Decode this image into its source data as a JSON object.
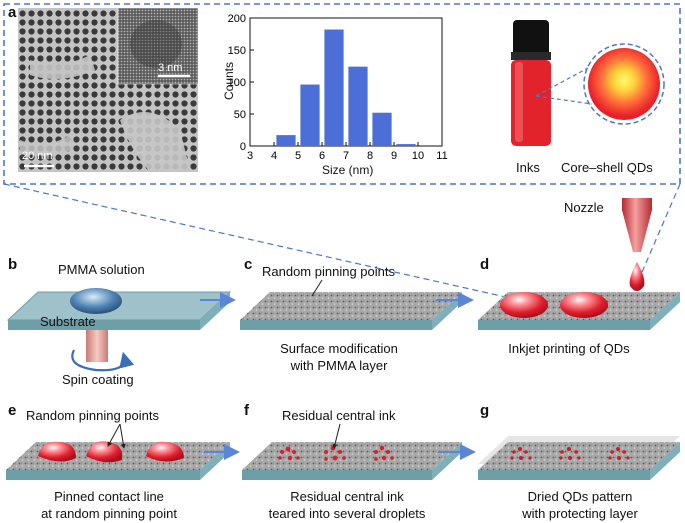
{
  "panels": {
    "a": {
      "label": "a",
      "tem": {
        "scale_main": "20 nm",
        "scale_inset": "3 nm"
      },
      "inks_label": "Inks",
      "qds_label": "Core–shell QDs"
    },
    "b": {
      "label": "b",
      "solution": "PMMA solution",
      "substrate": "Substrate",
      "caption": "Spin coating"
    },
    "c": {
      "label": "c",
      "annotation": "Random pinning points",
      "caption_line1": "Surface modification",
      "caption_line2": "with PMMA layer"
    },
    "d": {
      "label": "d",
      "nozzle": "Nozzle",
      "caption": "Inkjet printing of QDs"
    },
    "e": {
      "label": "e",
      "annotation": "Random pinning points",
      "caption_line1": "Pinned contact line",
      "caption_line2": "at random pinning point"
    },
    "f": {
      "label": "f",
      "annotation": "Residual central ink",
      "caption_line1": "Residual central ink",
      "caption_line2": "teared into several droplets"
    },
    "g": {
      "label": "g",
      "caption_line1": "Dried QDs pattern",
      "caption_line2": "with protecting layer"
    }
  },
  "colors": {
    "bar": "#4b6fd6",
    "arrow": "#5b86d8",
    "dash": "#4a78c8",
    "ink": "#e0202a",
    "substrate_top": "#9fc1c9",
    "substrate_side": "#6e9ea8"
  },
  "chart_data": {
    "type": "bar",
    "categories": [
      "4.5",
      "5.5",
      "6.5",
      "7.5",
      "8.5",
      "9.5"
    ],
    "x": [
      4.5,
      5.5,
      6.5,
      7.5,
      8.5,
      9.5
    ],
    "values": [
      17,
      96,
      182,
      124,
      52,
      3
    ],
    "xlabel": "Size (nm)",
    "ylabel": "Counts",
    "xlim": [
      3,
      11
    ],
    "ylim": [
      0,
      200
    ],
    "xticks": [
      "3",
      "4",
      "5",
      "6",
      "7",
      "8",
      "9",
      "10",
      "11"
    ],
    "yticks": [
      "0",
      "50",
      "100",
      "150",
      "200"
    ]
  }
}
